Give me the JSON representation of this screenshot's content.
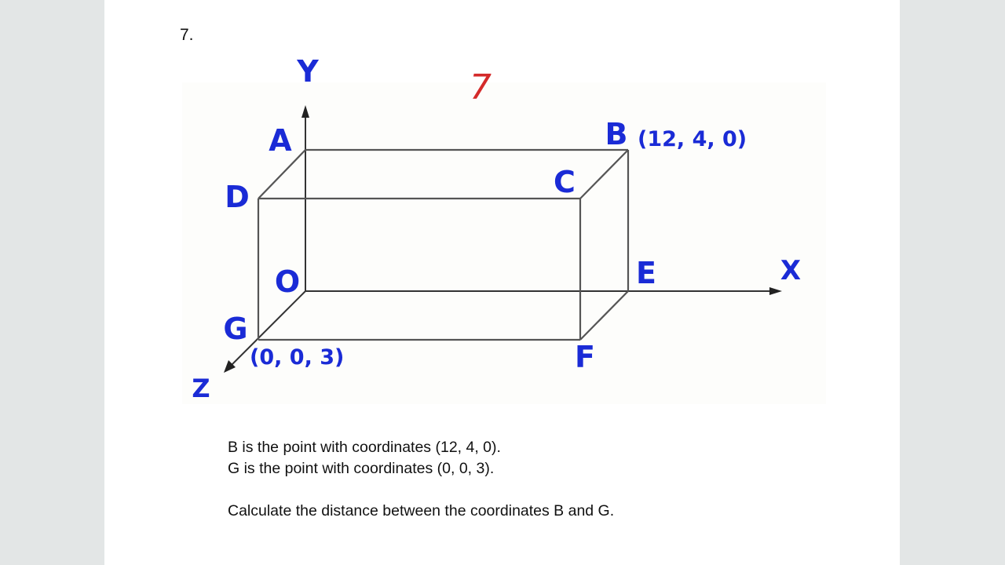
{
  "question_number": "7.",
  "diagram": {
    "axis_labels": {
      "y": "Y",
      "x": "X",
      "z": "Z"
    },
    "vertices": {
      "A": "A",
      "B": "B",
      "C": "C",
      "D": "D",
      "E": "E",
      "F": "F",
      "G": "G",
      "O": "O"
    },
    "b_coords": "(12, 4, 0)",
    "g_coords": "(0, 0, 3)",
    "annotation_mark": "7",
    "label_color": "#1a2bd6",
    "annotation_color": "#d42a2a"
  },
  "statements": {
    "line1": "B is the point with coordinates (12, 4, 0).",
    "line2": "G is the point with coordinates (0, 0, 3).",
    "line3": "Calculate the distance between the coordinates B and G."
  }
}
